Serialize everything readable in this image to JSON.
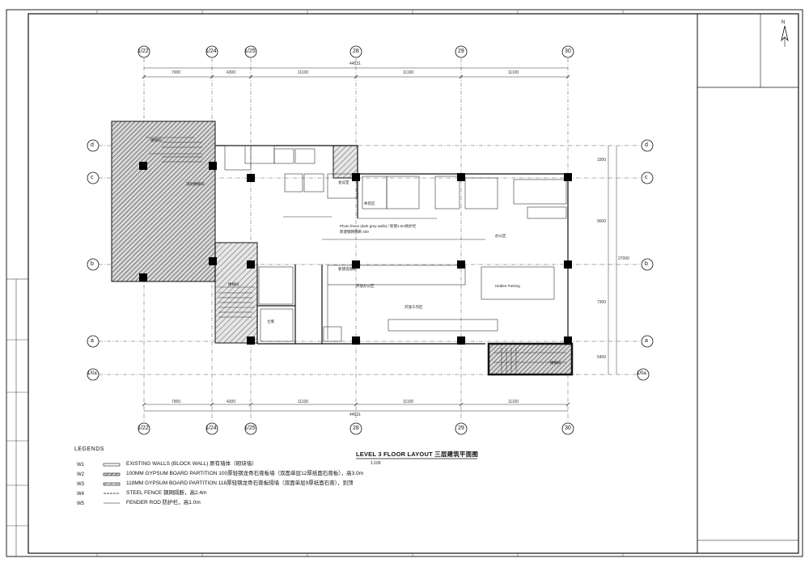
{
  "drawing": {
    "title": "LEVEL 3 FLOOR LAYOUT 三层建筑平面图",
    "scale": "1:100",
    "north_label": "N"
  },
  "grid": {
    "columns": [
      "1/22",
      "1/24",
      "1/25",
      "28",
      "29",
      "30"
    ],
    "rows": [
      "d",
      "c",
      "b",
      "a",
      "1/0a"
    ],
    "row_label_right_last": "1/0a"
  },
  "dimensions": {
    "overall": "44531",
    "spans": [
      "7900",
      "4300",
      "11100",
      "11100",
      "11100"
    ],
    "right_overall": "27000",
    "right_spans": [
      "3300",
      "9000",
      "7300",
      "5400"
    ]
  },
  "legends": {
    "heading": "LEGENDS",
    "items": [
      {
        "code": "W1",
        "text": "EXISTING WALLS (BLOCK WALL) 原有墙体（砌块墙）"
      },
      {
        "code": "W2",
        "text": "100MM GYPSUM BOARD PARTITION 100厚轻钢龙骨石膏板墙（双面单层12厚纸面石膏板），高3.0m"
      },
      {
        "code": "W3",
        "text": "118MM GYPSUM BOARD PARTITION 118厚轻钢龙骨石膏板隔墙（双面单层9厚纸面石膏），到顶"
      },
      {
        "code": "W4",
        "text": "STEEL FENCE 钢网隔断，高2.4m"
      },
      {
        "code": "W5",
        "text": "FENDER ROD 防护栏，高1.0m"
      }
    ]
  },
  "rooms": [
    {
      "id": "stair1",
      "label": "楼梯间"
    },
    {
      "id": "fire",
      "label": "消防楼梯间"
    },
    {
      "id": "stair2",
      "label": "楼梯间"
    },
    {
      "id": "wh",
      "label": "仓库"
    },
    {
      "id": "mtg",
      "label": "会议室"
    },
    {
      "id": "lounge",
      "label": "休息区"
    },
    {
      "id": "office",
      "label": "办公区"
    },
    {
      "id": "open",
      "label": "开放办公区"
    },
    {
      "id": "shelf",
      "label": "Hidden Parking"
    },
    {
      "id": "south",
      "label": "开放工作区"
    },
    {
      "id": "stair3",
      "label": "楼梯间"
    }
  ],
  "notes": {
    "note1": "Photo fence (dark grey walls) / 新建1.0m防护栏",
    "note2": "新建钢网隔断 400",
    "note3": "新建造隔断"
  },
  "colors": {
    "line": "#111111",
    "hatch": "#333333",
    "column": "#000000"
  }
}
